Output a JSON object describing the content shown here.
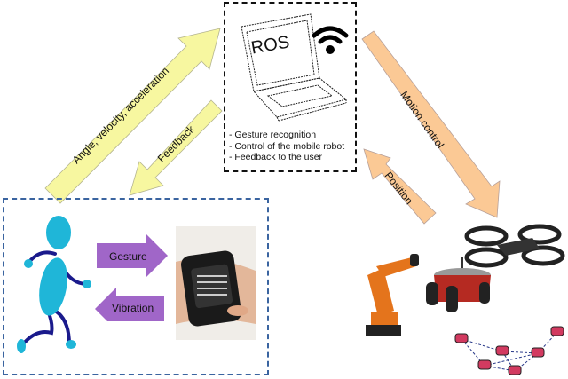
{
  "ros_node": {
    "label": "ROS",
    "functions": [
      "- Gesture recognition",
      "- Control of the mobile robot",
      "- Feedback to the user"
    ],
    "icons": [
      "laptop-icon",
      "wifi-icon"
    ]
  },
  "arrows": {
    "sensor_data": {
      "label": "Angle, velocity, acceleration",
      "color": "#f7f7a0"
    },
    "feedback": {
      "label": "Feedback",
      "color": "#f7f7a0"
    },
    "motion_control": {
      "label": "Motion control",
      "color": "#fbc995"
    },
    "position": {
      "label": "Position",
      "color": "#fbc995"
    },
    "gesture": {
      "label": "Gesture",
      "color": "#a066c8"
    },
    "vibration": {
      "label": "Vibration",
      "color": "#a066c8"
    }
  },
  "user_side": {
    "icons": [
      "running-person-icon",
      "smartwatch-icon"
    ]
  },
  "robots": {
    "icons": [
      "quadcopter-drone-icon",
      "industrial-robot-arm-icon",
      "mobile-robot-icon",
      "robot-swarm-network-icon"
    ]
  }
}
